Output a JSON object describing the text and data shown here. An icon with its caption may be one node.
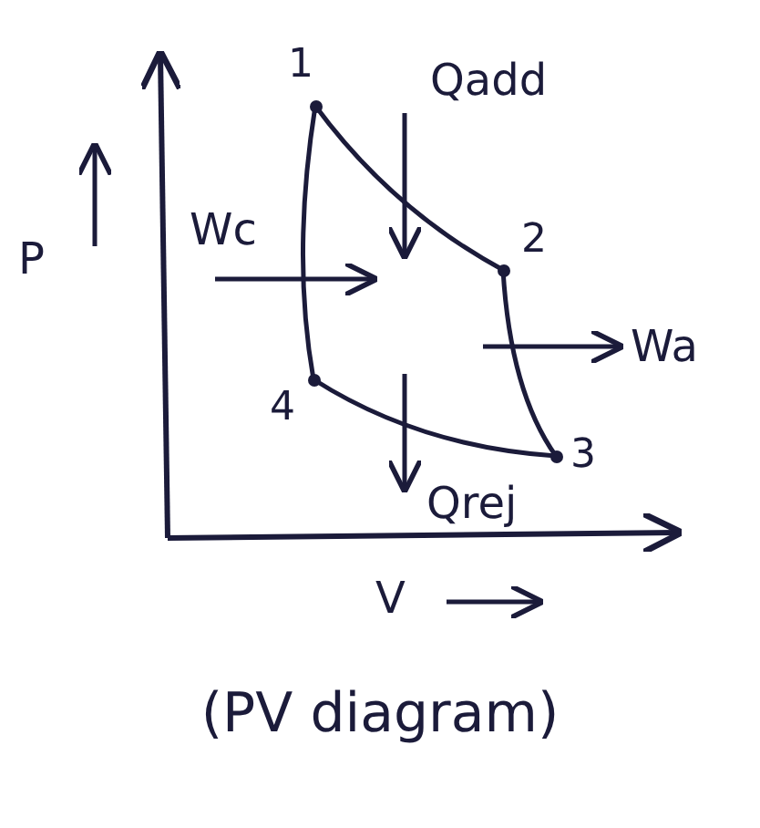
{
  "diagram": {
    "caption": "(PV diagram)",
    "nodes": [
      {
        "text": [
          "1"
        ]
      },
      {
        "text": [
          "2"
        ]
      },
      {
        "text": [
          "3"
        ]
      },
      {
        "text": [
          "4"
        ]
      }
    ],
    "edges": [
      {
        "from": 0,
        "to": 1,
        "arrow": "none"
      },
      {
        "from": 1,
        "to": 2,
        "arrow": "none"
      },
      {
        "from": 2,
        "to": 3,
        "arrow": "none"
      },
      {
        "from": 3,
        "to": 0,
        "arrow": "none"
      }
    ],
    "labels": [
      "P",
      "Wc",
      "Qadd",
      "Wa",
      "Qrej",
      "V"
    ]
  }
}
